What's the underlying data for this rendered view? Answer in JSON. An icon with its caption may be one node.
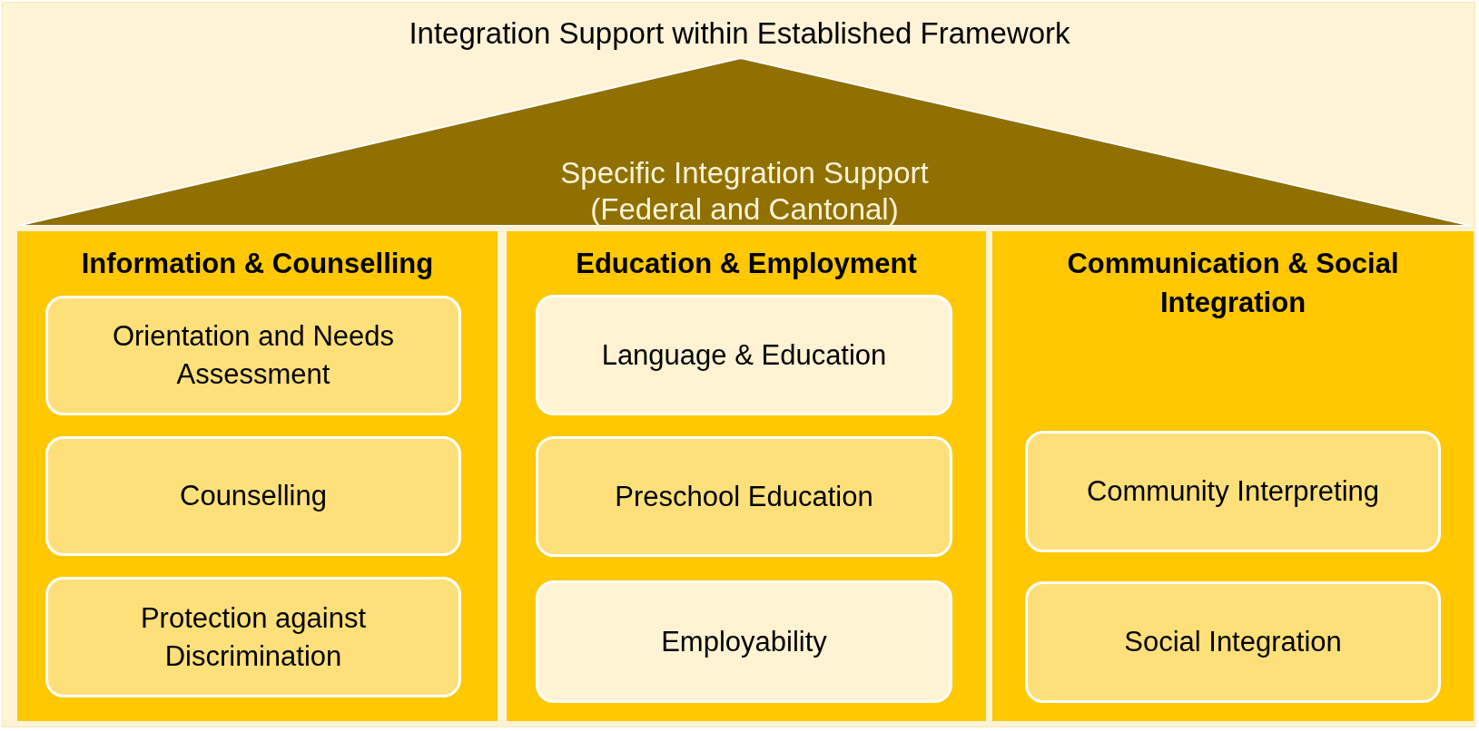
{
  "diagram": {
    "title": "Integration Support within Established Framework",
    "nodes": [
      {
        "text": [
          "Specific Integration Support (Federal and Cantonal)"
        ]
      },
      {
        "text": [
          "Information & Counselling"
        ]
      },
      {
        "text": [
          "Orientation and Needs Assessment"
        ],
        "in": 1
      },
      {
        "text": [
          "Counselling"
        ],
        "in": 1
      },
      {
        "text": [
          "Protection against Discrimination"
        ],
        "in": 1
      },
      {
        "text": [
          "Education & Employment"
        ]
      },
      {
        "text": [
          "Language & Education"
        ],
        "in": 5
      },
      {
        "text": [
          "Preschool Education"
        ],
        "in": 5
      },
      {
        "text": [
          "Employability"
        ],
        "in": 5
      },
      {
        "text": [
          "Communication & Social Integration"
        ]
      },
      {
        "text": [
          "Community Interpreting"
        ],
        "in": 9
      },
      {
        "text": [
          "Social Integration"
        ],
        "in": 9
      }
    ]
  }
}
